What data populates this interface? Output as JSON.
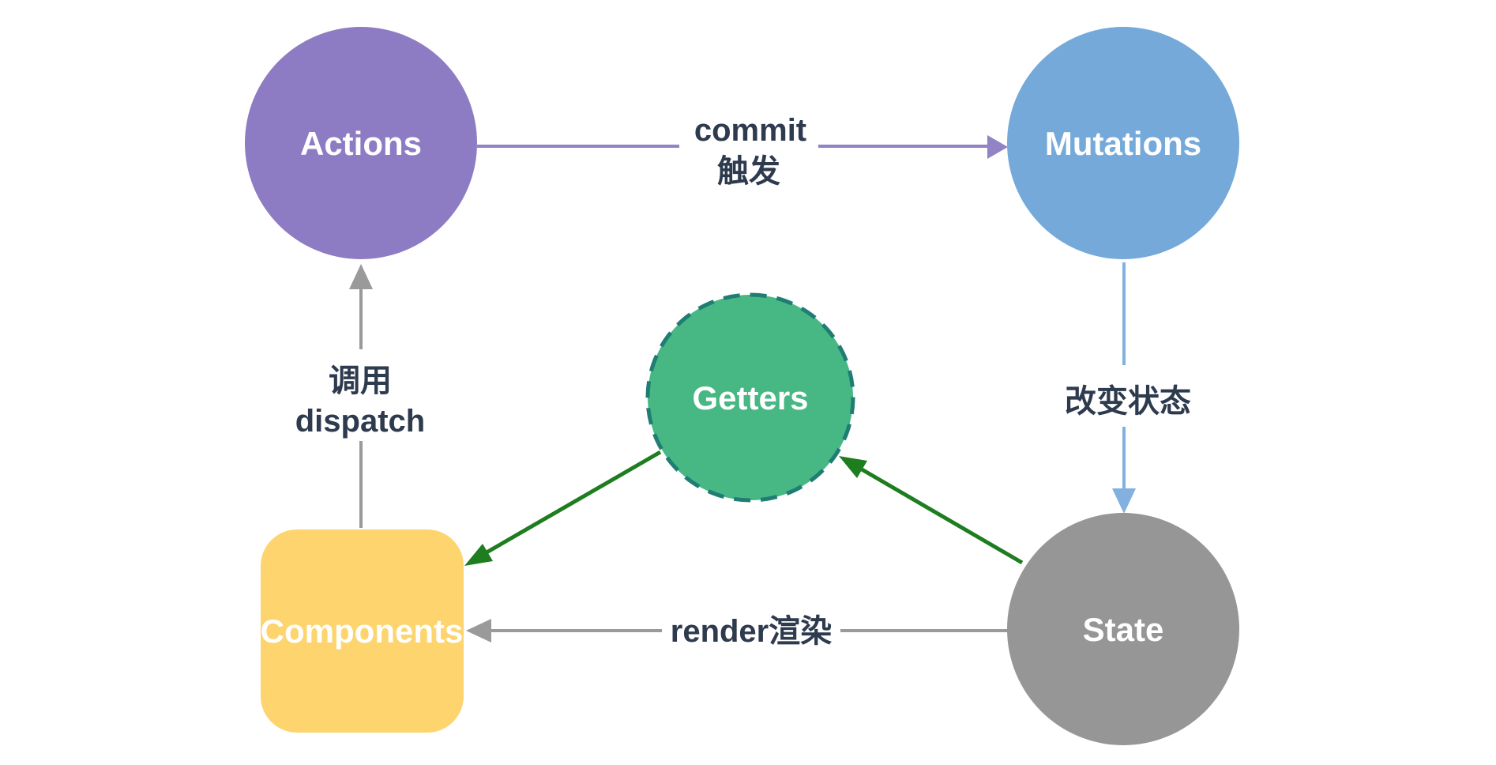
{
  "diagram_title": "Vuex data flow diagram",
  "colors": {
    "background": "#ffffff",
    "purple": "#8d7cc3",
    "purple_line": "#9183c5",
    "blue": "#74a9da",
    "blue_line": "#82b1e0",
    "green": "#47b884",
    "green_border": "#1f7d74",
    "dark_green": "#1e7d1f",
    "gray_line": "#9a9a9a",
    "gray_node": "#969696",
    "yellow": "#fdd46e",
    "label_text": "#2e3a4e",
    "node_text": "#ffffff"
  },
  "nodes": {
    "actions": {
      "label": "Actions"
    },
    "mutations": {
      "label": "Mutations"
    },
    "getters": {
      "label": "Getters"
    },
    "state": {
      "label": "State"
    },
    "components": {
      "label": "Components"
    }
  },
  "edges": {
    "commit": {
      "line1": "commit",
      "line2": "触发"
    },
    "dispatch": {
      "line1": "调用",
      "line2": "dispatch"
    },
    "change_state": {
      "label": "改变状态"
    },
    "render": {
      "label": "render渲染"
    }
  }
}
